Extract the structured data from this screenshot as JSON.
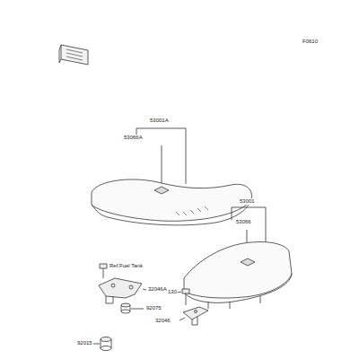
{
  "diagram": {
    "labels": [
      "F0610",
      "53001A",
      "53066A",
      "Ref.Fuel Tank",
      "32046A",
      "92015",
      "92075",
      "130",
      "32046",
      "53001",
      "53066"
    ]
  }
}
